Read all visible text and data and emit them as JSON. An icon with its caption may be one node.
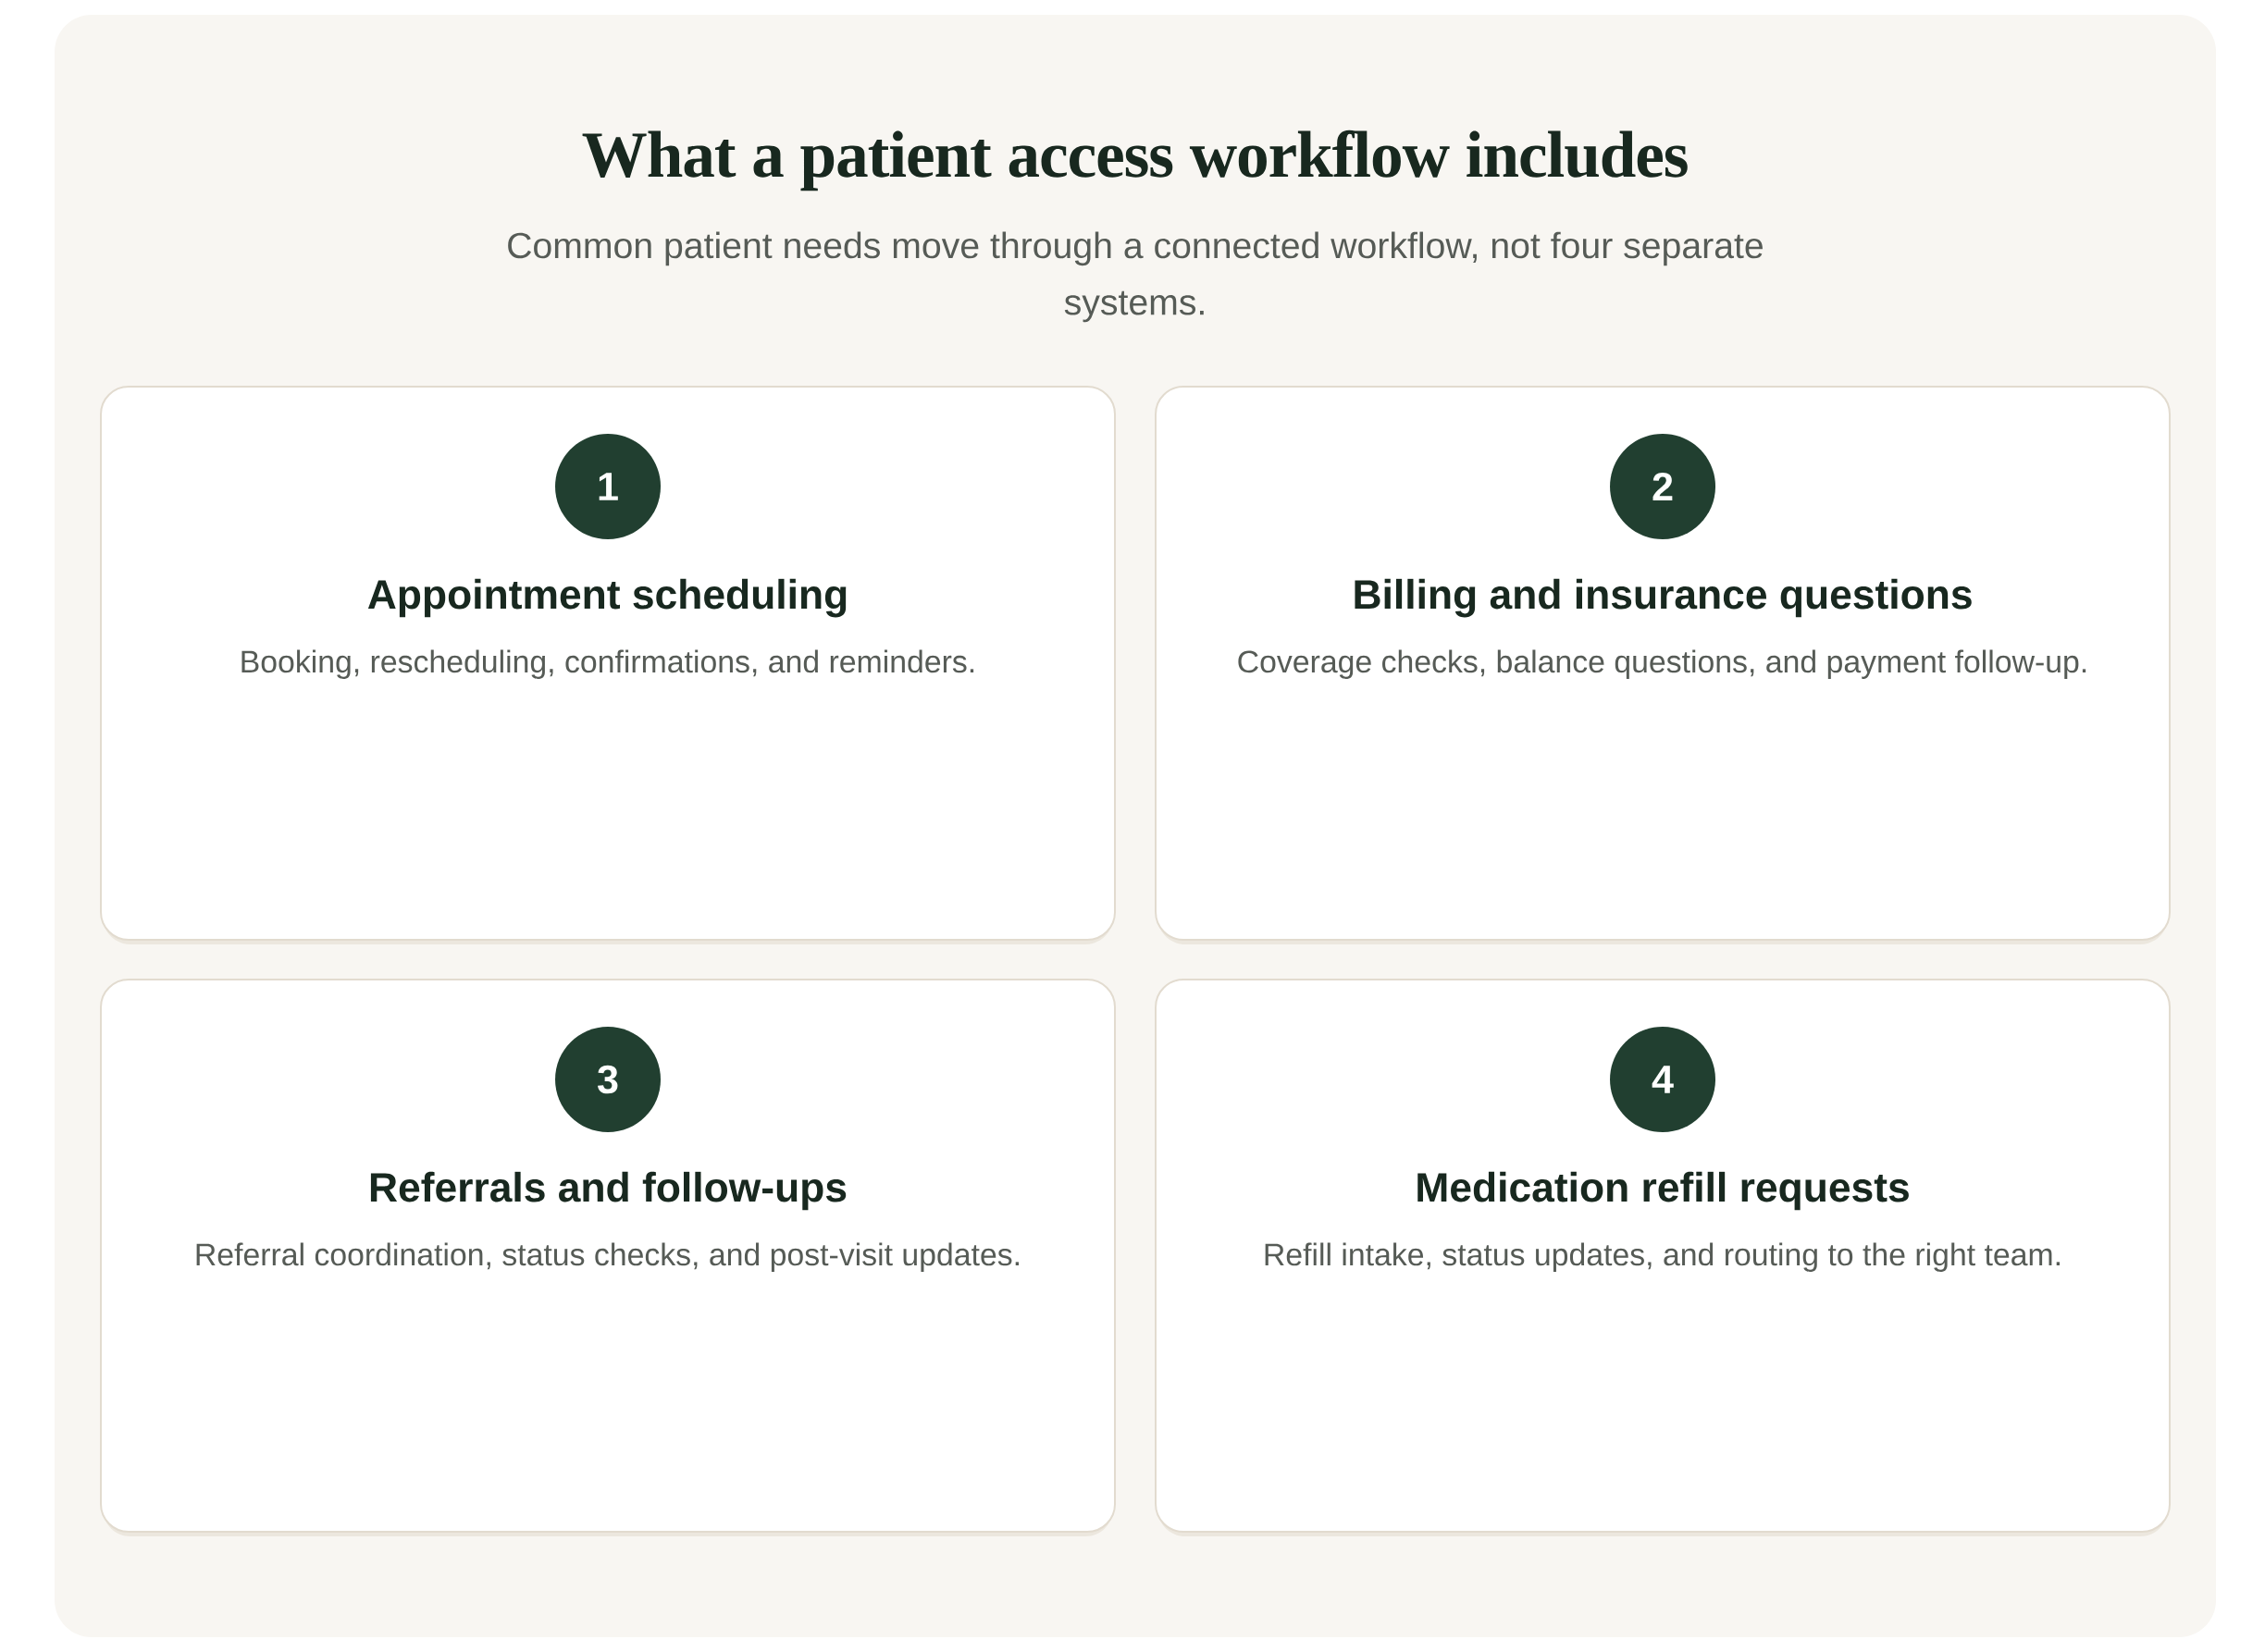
{
  "diagram": {
    "title": "What a patient access workflow includes",
    "labels": [
      "Common patient needs move through a connected workflow, not four separate systems."
    ],
    "nodes": [
      {
        "text": [
          "Appointment scheduling",
          "Booking, rescheduling, confirmations, and reminders."
        ]
      },
      {
        "text": [
          "1"
        ],
        "in": 0
      },
      {
        "text": [
          "Billing and insurance questions",
          "Coverage checks, balance questions, and payment follow-up."
        ]
      },
      {
        "text": [
          "2"
        ],
        "in": 2
      },
      {
        "text": [
          "Referrals and follow-ups",
          "Referral coordination, status checks, and post-visit updates."
        ]
      },
      {
        "text": [
          "3"
        ],
        "in": 4
      },
      {
        "text": [
          "Medication refill requests",
          "Refill intake, status updates, and routing to the right team."
        ]
      },
      {
        "text": [
          "4"
        ],
        "in": 6
      }
    ]
  }
}
